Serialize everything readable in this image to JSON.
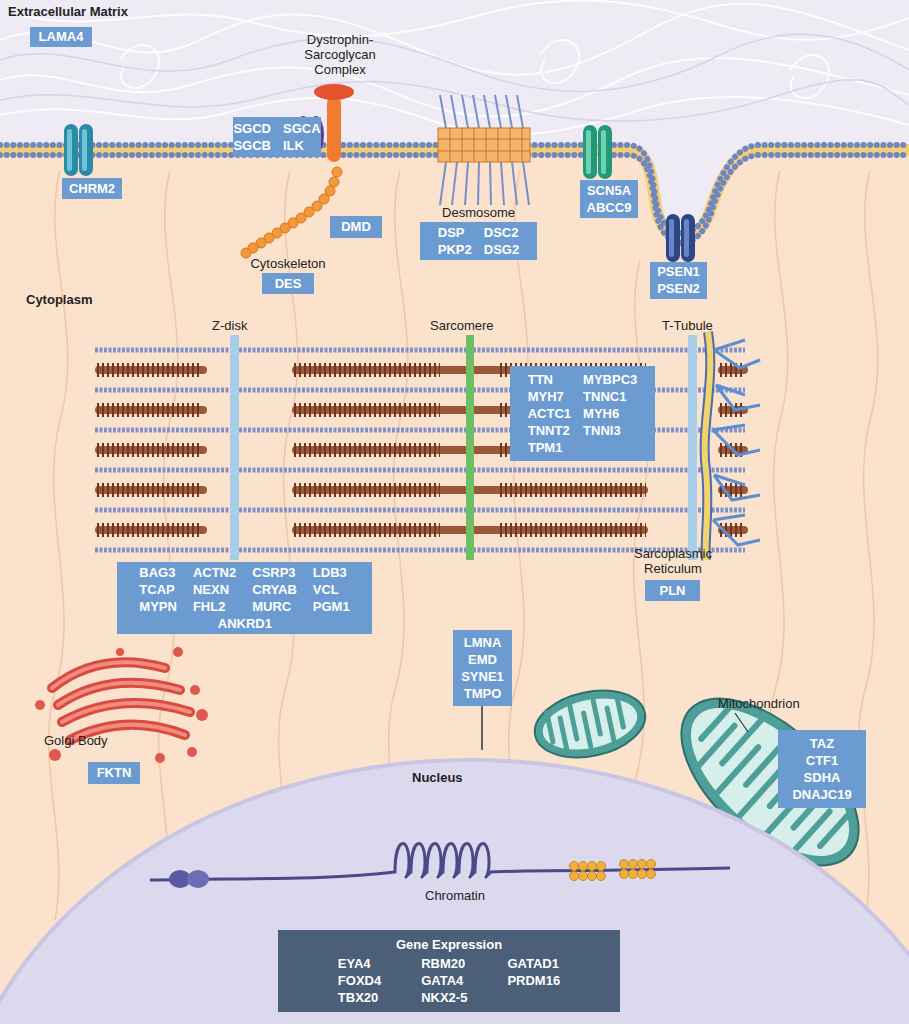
{
  "diagram": {
    "nodes": [
      {
        "text": [
          "LAMA4"
        ]
      },
      {
        "text": [
          "CHRM2"
        ]
      },
      {
        "text": [
          "SGCD",
          "SGCA",
          "SGCB",
          "ILK"
        ]
      },
      {
        "text": [
          "DMD"
        ]
      },
      {
        "text": [
          "DSP",
          "DSC2",
          "PKP2",
          "DSG2"
        ]
      },
      {
        "text": [
          "SCN5A",
          "ABCC9"
        ]
      },
      {
        "text": [
          "DES"
        ]
      },
      {
        "text": [
          "PSEN1",
          "PSEN2"
        ]
      },
      {
        "text": [
          "TTN",
          "MYBPC3",
          "MYH7",
          "TNNC1",
          "ACTC1",
          "MYH6",
          "TNNT2",
          "TNNI3",
          "TPM1"
        ]
      },
      {
        "text": [
          "BAG3",
          "ACTN2",
          "CSRP3",
          "LDB3",
          "TCAP",
          "NEXN",
          "CRYAB",
          "VCL",
          "MYPN",
          "FHL2",
          "MURC",
          "PGM1",
          "ANKRD1"
        ]
      },
      {
        "text": [
          "PLN"
        ]
      },
      {
        "text": [
          "LMNA",
          "EMD",
          "SYNE1",
          "TMPO"
        ]
      },
      {
        "text": [
          "FKTN"
        ]
      },
      {
        "text": [
          "TAZ",
          "CTF1",
          "SDHA",
          "DNAJC19"
        ]
      },
      {
        "text": [
          "Gene Expression",
          "EYA4",
          "RBM20",
          "GATAD1",
          "FOXD4",
          "GATA4",
          "PRDM16",
          "TBX20",
          "NKX2-5"
        ]
      }
    ],
    "labels": [
      "Extracellular Matrix",
      "Dystrophin- Sarcoglycan Complex",
      "Desmosome",
      "Cytoskeleton",
      "Cytoplasm",
      "Z-disk",
      "Sarcomere",
      "T-Tubule",
      "Sarcoplasmic Reticulum",
      "Golgi Body",
      "Nucleus",
      "Mitochondrion",
      "Chromatin"
    ]
  }
}
